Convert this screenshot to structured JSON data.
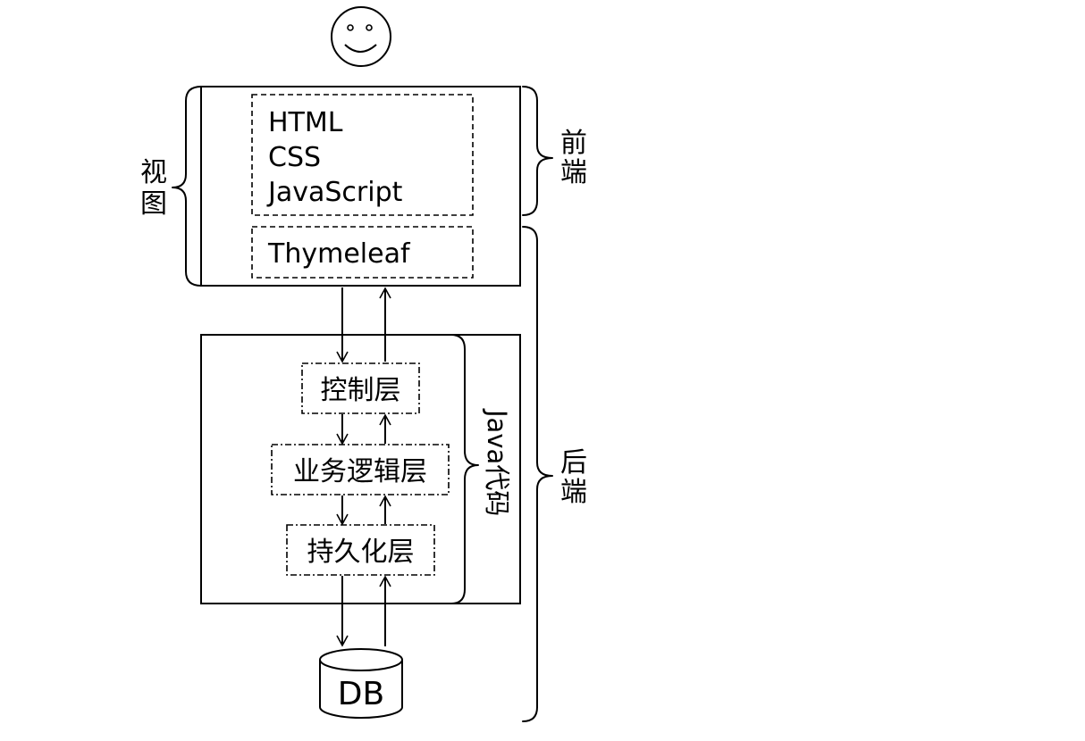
{
  "view_block": {
    "technologies": [
      "HTML",
      "CSS",
      "JavaScript"
    ],
    "template_engine": "Thymeleaf"
  },
  "java_block": {
    "layers": [
      "控制层",
      "业务逻辑层",
      "持久化层"
    ],
    "label": "Java代码"
  },
  "database": {
    "label": "DB"
  },
  "braces": {
    "view": [
      "视",
      "图"
    ],
    "frontend": [
      "前",
      "端"
    ],
    "backend": [
      "后",
      "端"
    ]
  },
  "icons": {
    "user": "smiley-face-icon",
    "database": "database-cylinder-icon"
  }
}
